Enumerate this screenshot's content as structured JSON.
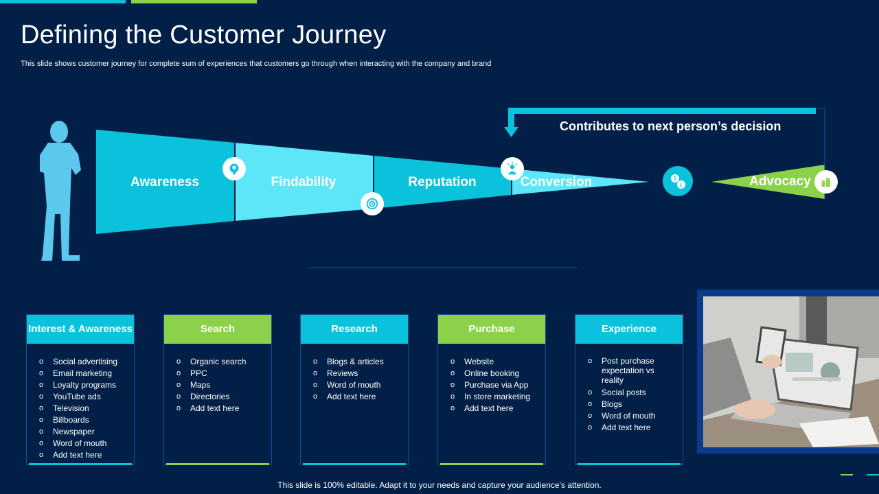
{
  "title": "Defining the Customer Journey",
  "subtitle": "This slide shows customer journey for complete sum of experiences that customers go through when interacting with the company and brand",
  "stages": [
    {
      "label": "Awareness"
    },
    {
      "label": "Findability"
    },
    {
      "label": "Reputation"
    },
    {
      "label": "Conversion"
    },
    {
      "label": "Advocacy"
    }
  ],
  "feedback_label": "Contributes to next person’s decision",
  "cards": [
    {
      "heading": "Interest & Awareness",
      "items": [
        "Social advertising",
        "Email marketing",
        "Loyalty programs",
        "YouTube ads",
        "Television",
        "Billboards",
        "Newspaper",
        "Word of mouth",
        "Add text here"
      ]
    },
    {
      "heading": "Search",
      "items": [
        "Organic search",
        "PPC",
        "Maps",
        "Directories",
        "Add text here"
      ]
    },
    {
      "heading": "Research",
      "items": [
        "Blogs & articles",
        "Reviews",
        "Word of mouth",
        "Add text here"
      ]
    },
    {
      "heading": "Purchase",
      "items": [
        "Website",
        "Online booking",
        "Purchase via App",
        "In store marketing",
        "Add text here"
      ]
    },
    {
      "heading": "Experience",
      "items": [
        "Post purchase expectation vs reality",
        "Social posts",
        "Blogs",
        "Word of mouth",
        "Add text here"
      ]
    }
  ],
  "footer": "This slide is 100% editable. Adapt it to your needs and capture your audience’s attention.",
  "colors": {
    "background": "#022047",
    "cyan": "#0ac2dc",
    "light_cyan": "#5ce6f7",
    "green": "#8bd24a"
  }
}
